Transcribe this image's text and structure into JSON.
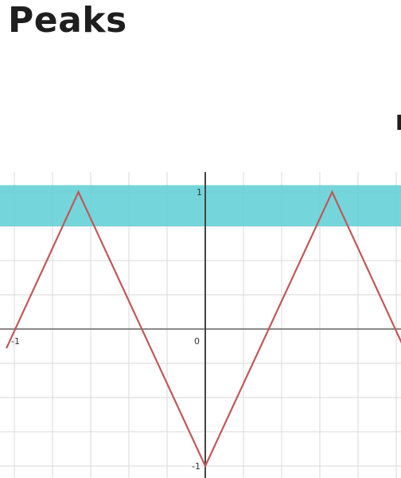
{
  "page": {
    "title": "Peaks",
    "right_edge_text": "I"
  },
  "chart_data": {
    "type": "line",
    "title": "",
    "xlabel": "",
    "ylabel": "",
    "xlim": [
      -1.05,
      1.05
    ],
    "ylim": [
      -1.05,
      1.05
    ],
    "grid": true,
    "tick_labels": {
      "x_left": "-1",
      "origin": "0",
      "y_top": "1",
      "y_bottom": "-1"
    },
    "series": [
      {
        "x": [
          -1.05,
          -0.67,
          0.0,
          0.67,
          1.05
        ],
        "y": [
          -0.14,
          1.0,
          -1.0,
          1.0,
          -0.14
        ],
        "color": "#c0585a"
      }
    ],
    "highlight_band": {
      "y_range": [
        0.75,
        1.05
      ],
      "color": "#5ccfd5"
    },
    "colors": {
      "grid": "#d9d9d9",
      "axis": "#8a8a8a",
      "vertical_axis": "#444444"
    }
  }
}
